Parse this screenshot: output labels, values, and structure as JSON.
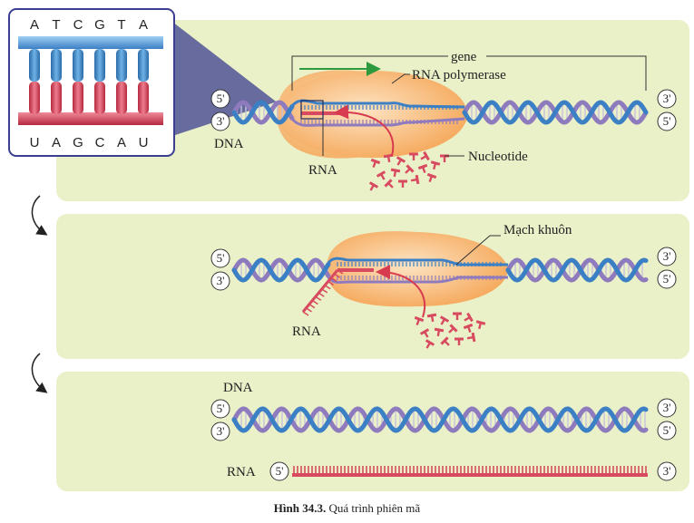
{
  "caption": {
    "bold": "Hình 34.3.",
    "text": "Quá trình phiên mã"
  },
  "inset": {
    "top_bases": [
      "A",
      "T",
      "C",
      "G",
      "T",
      "A"
    ],
    "bottom_bases": [
      "U",
      "A",
      "G",
      "C",
      "A",
      "U"
    ]
  },
  "panel1": {
    "gene": "gene",
    "rna_polymerase": "RNA polymerase",
    "dna": "DNA",
    "rna": "RNA",
    "nucleotide": "Nucleotide",
    "end_top_left": "5'",
    "end_bottom_left": "3'",
    "end_top_right": "3'",
    "end_bottom_right": "5'"
  },
  "panel2": {
    "template": "Mạch khuôn",
    "rna": "RNA",
    "end_top_left": "5'",
    "end_bottom_left": "3'",
    "end_top_right": "3'",
    "end_bottom_right": "5'"
  },
  "panel3": {
    "dna": "DNA",
    "rna": "RNA",
    "end_top_left": "5'",
    "end_bottom_left": "3'",
    "end_top_right": "3'",
    "end_bottom_right": "5'",
    "rna_left": "5'",
    "rna_right": "3'"
  },
  "colors": {
    "panel": "#eaf0c8",
    "dna_blue": "#3b7fc4",
    "dna_purple": "#8e7bbd",
    "rna_red": "#d84a5f",
    "polymerase": "#f6b46c",
    "arrow_green": "#2e9a3e"
  }
}
